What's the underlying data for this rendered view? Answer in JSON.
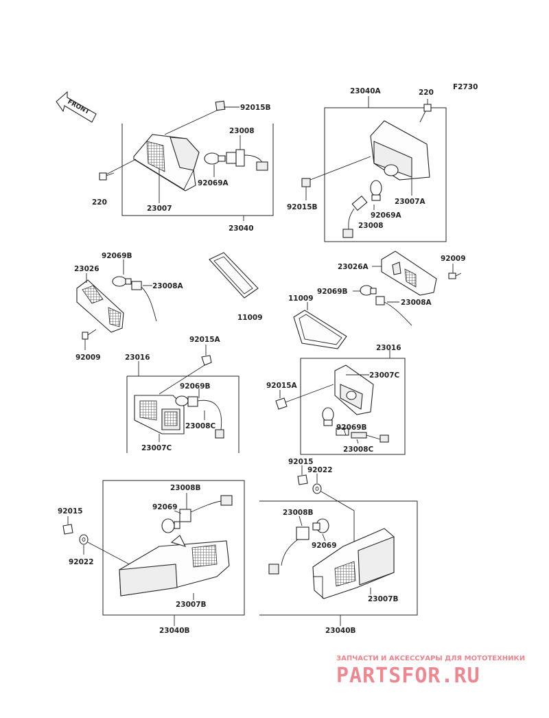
{
  "figure_code": "F2730",
  "front_label": "FRONT",
  "parts": {
    "p220_a": "220",
    "p220_b": "220",
    "p92015B_a": "92015B",
    "p92015B_b": "92015B",
    "p23008_a": "23008",
    "p23008_b": "23008",
    "p92069A_a": "92069A",
    "p92069A_b": "92069A",
    "p23007": "23007",
    "p23040": "23040",
    "p23040A": "23040A",
    "p23007A": "23007A",
    "p92069B_a": "92069B",
    "p92069B_b": "92069B",
    "p92069B_c": "92069B",
    "p92069B_d": "92069B",
    "p23026": "23026",
    "p23026A": "23026A",
    "p23008A_a": "23008A",
    "p23008A_b": "23008A",
    "p92009_a": "92009",
    "p92009_b": "92009",
    "p11009_a": "11009",
    "p11009_b": "11009",
    "p92015A_a": "92015A",
    "p92015A_b": "92015A",
    "p23016_a": "23016",
    "p23016_b": "23016",
    "p23008C_a": "23008C",
    "p23008C_b": "23008C",
    "p23007C_a": "23007C",
    "p23007C_b": "23007C",
    "p92015_a": "92015",
    "p92015_b": "92015",
    "p92022_a": "92022",
    "p92022_b": "92022",
    "p23008B_a": "23008B",
    "p23008B_b": "23008B",
    "p92069_a": "92069",
    "p92069_b": "92069",
    "p23007B_a": "23007B",
    "p23007B_b": "23007B",
    "p23040B_a": "23040B",
    "p23040B_b": "23040B"
  },
  "watermark": {
    "subtitle": "ЗАПЧАСТИ И АКСЕССУАРЫ ДЛЯ МОТОТЕХНИКИ",
    "logo": "PARTSFOR.RU"
  },
  "colors": {
    "line": "#222222",
    "watermark": "#e23a4a"
  }
}
